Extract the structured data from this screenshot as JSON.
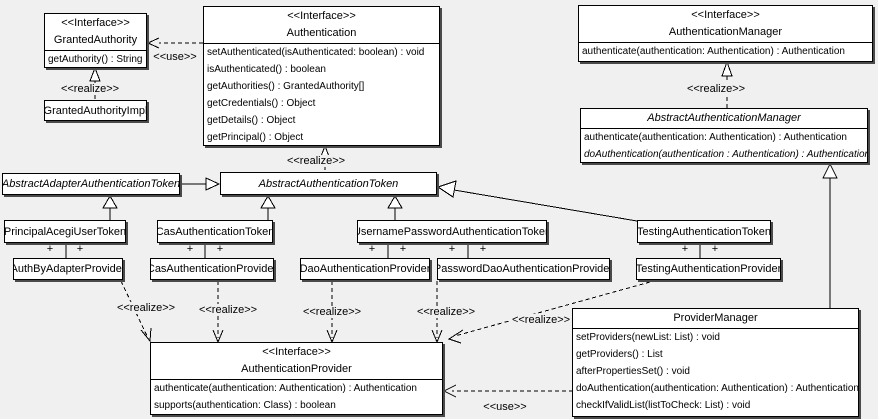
{
  "diagram_type": "uml-class-diagram",
  "labels": {
    "use": "<<use>>",
    "realize": "<<realize>>",
    "plus": "+"
  },
  "colors": {
    "background": "#f0f0f0",
    "box_fill": "#ffffff",
    "line": "#000000",
    "shadow": "#4a4a4a"
  },
  "classes": {
    "granted_authority": {
      "stereotype": "<<Interface>>",
      "name": "GrantedAuthority",
      "methods": [
        "getAuthority() : String"
      ]
    },
    "granted_authority_impl": {
      "name": "GrantedAuthorityImpl"
    },
    "authentication": {
      "stereotype": "<<Interface>>",
      "name": "Authentication",
      "methods": [
        "setAuthenticated(isAuthenticated: boolean) : void",
        "isAuthenticated() : boolean",
        "getAuthorities() : GrantedAuthority[]",
        "getCredentials() : Object",
        "getDetails() : Object",
        "getPrincipal() : Object"
      ]
    },
    "authentication_manager": {
      "stereotype": "<<Interface>>",
      "name": "AuthenticationManager",
      "methods": [
        "authenticate(authentication: Authentication) : Authentication"
      ]
    },
    "abstract_authentication_manager": {
      "name": "AbstractAuthenticationManager",
      "methods": [
        "authenticate(authentication: Authentication) : Authentication",
        "doAuthentication(authentication : Authentication) : Authentication"
      ]
    },
    "abstract_adapter_authentication_token": {
      "name": "AbstractAdapterAuthenticationToken"
    },
    "abstract_authentication_token": {
      "name": "AbstractAuthenticationToken"
    },
    "principal_acegi_user_token": {
      "name": "PrincipalAcegiUserToken"
    },
    "cas_authentication_token": {
      "name": "CasAuthenticationToken"
    },
    "username_password_authentication_token": {
      "name": "UsernamePasswordAuthenticationToken"
    },
    "testing_authentication_token": {
      "name": "TestingAuthenticationToken"
    },
    "auth_by_adapter_provider": {
      "name": "AuthByAdapterProvider"
    },
    "cas_authentication_provider": {
      "name": "CasAuthenticationProvider"
    },
    "dao_authentication_provider": {
      "name": "DaoAuthenticationProvider"
    },
    "password_dao_authentication_provider": {
      "name": "PasswordDaoAuthenticationProvider"
    },
    "testing_authentication_provider": {
      "name": "TestingAuthenticationProvider"
    },
    "authentication_provider": {
      "stereotype": "<<Interface>>",
      "name": "AuthenticationProvider",
      "methods": [
        "authenticate(authentication: Authentication) : Authentication",
        "supports(authentication: Class) : boolean"
      ]
    },
    "provider_manager": {
      "name": "ProviderManager",
      "methods": [
        "setProviders(newList: List) : void",
        "getProviders() : List",
        "afterPropertiesSet() : void",
        "doAuthentication(authentication: Authentication) : Authentication",
        "checkIfValidList(listToCheck: List) : void"
      ]
    }
  }
}
